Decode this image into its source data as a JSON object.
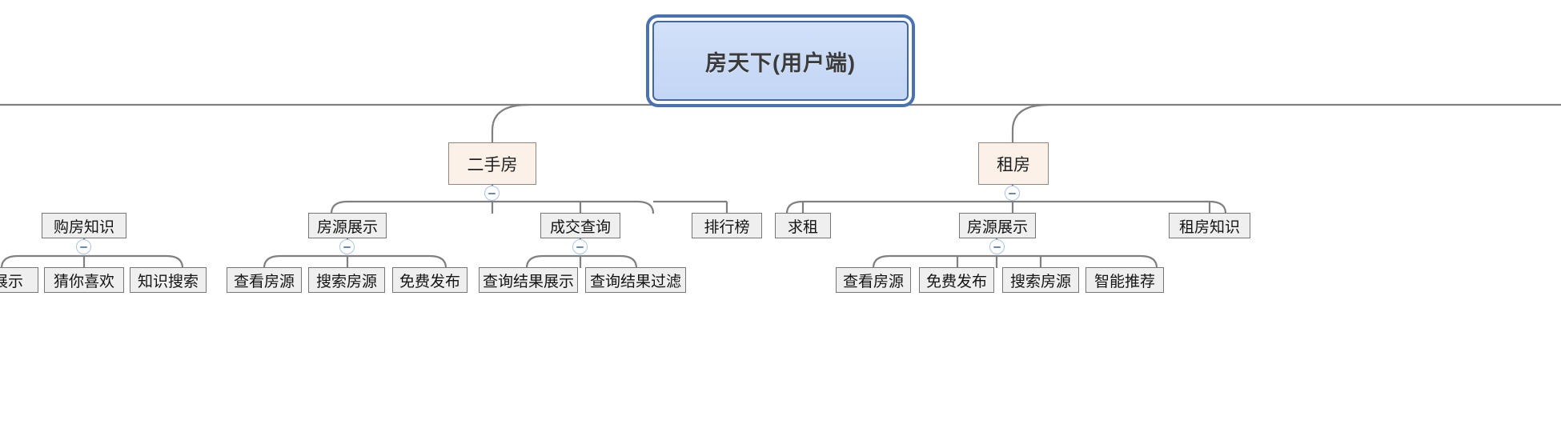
{
  "diagram": {
    "type": "mindmap-tree",
    "title_node": "房天下(用户端)",
    "orientation": "top-down",
    "colors": {
      "root_fill": "#c9daf6",
      "root_border": "#4a72b0",
      "level2_fill": "#fcf1e8",
      "level2_border": "#8d8781",
      "level3_fill": "#efefef",
      "level3_border": "#767676",
      "connector": "#808080",
      "collapse_border": "#a9c3e8",
      "collapse_glyph": "#6b87b5"
    }
  },
  "root": {
    "label": "房天下(用户端)"
  },
  "level2": [
    {
      "label": "二手房",
      "collapse": "minus"
    },
    {
      "label": "租房",
      "collapse": "minus"
    }
  ],
  "level3": [
    {
      "label": "购房知识",
      "collapse": "minus"
    },
    {
      "label": "房源展示",
      "collapse": "minus"
    },
    {
      "label": "成交查询",
      "collapse": "minus"
    },
    {
      "label": "排行榜",
      "collapse": "none"
    },
    {
      "label": "求租",
      "collapse": "none"
    },
    {
      "label": "房源展示",
      "collapse": "minus"
    },
    {
      "label": "租房知识",
      "collapse": "none"
    }
  ],
  "level4": [
    {
      "label": "展示"
    },
    {
      "label": "猜你喜欢"
    },
    {
      "label": "知识搜索"
    },
    {
      "label": "查看房源"
    },
    {
      "label": "搜索房源"
    },
    {
      "label": "免费发布"
    },
    {
      "label": "查询结果展示"
    },
    {
      "label": "查询结果过滤"
    },
    {
      "label": "查看房源"
    },
    {
      "label": "免费发布"
    },
    {
      "label": "搜索房源"
    },
    {
      "label": "智能推荐"
    }
  ]
}
